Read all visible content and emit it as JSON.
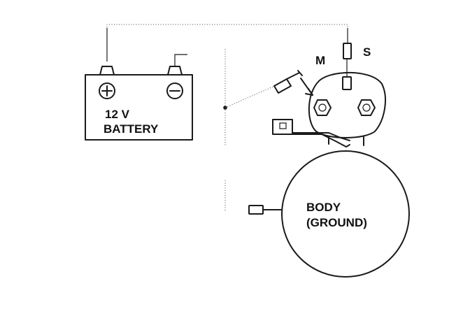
{
  "battery": {
    "voltage_label": "12 V",
    "name_label": "BATTERY",
    "positive_symbol": "+",
    "negative_symbol": "−"
  },
  "solenoid": {
    "m_label": "M",
    "s_label": "S"
  },
  "motor": {
    "body_label": "BODY",
    "ground_label": "(GROUND)"
  },
  "colors": {
    "line": "#1a1a1a",
    "background": "#ffffff"
  }
}
